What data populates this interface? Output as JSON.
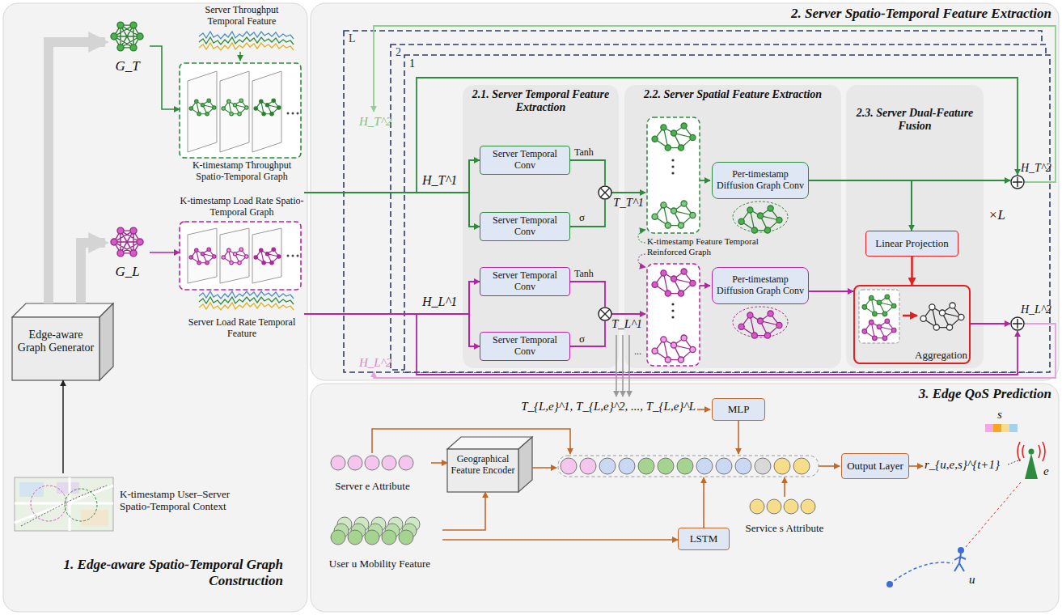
{
  "diagram": {
    "nodes": [
      {
        "text": [
          "1. Edge-aware Spatio-Temporal Graph Construction"
        ]
      },
      {
        "text": [
          "2. Server Spatio-Temporal Feature Extraction"
        ]
      },
      {
        "text": [
          "3. Edge QoS Prediction"
        ]
      },
      {
        "text": [
          "Edge-aware Graph Generator"
        ],
        "in": 0
      },
      {
        "text": [
          "Server Throughput Temporal Feature",
          "K-timestamp Throughput Spatio-Temporal Graph"
        ],
        "in": 0
      },
      {
        "text": [
          "K-timestamp Load Rate Spatio-Temporal Graph",
          "Server Load Rate Temporal Feature"
        ],
        "in": 0
      },
      {
        "text": [
          "K-timestamp User–Server Spatio-Temporal Context"
        ],
        "in": 0
      },
      {
        "text": [
          "G_T"
        ],
        "in": 0
      },
      {
        "text": [
          "G_L"
        ],
        "in": 0
      },
      {
        "text": [
          "1"
        ],
        "in": 1
      },
      {
        "text": [
          "2.1. Server Temporal Feature Extraction"
        ],
        "in": 9
      },
      {
        "text": [
          "Server Temporal Conv"
        ],
        "in": 10
      },
      {
        "text": [
          "Server Temporal Conv"
        ],
        "in": 10
      },
      {
        "text": [
          "Server Temporal Conv"
        ],
        "in": 10
      },
      {
        "text": [
          "Server Temporal Conv"
        ],
        "in": 10
      },
      {
        "text": [
          "2.2. Server Spatial Feature Extraction"
        ],
        "in": 9
      },
      {
        "text": [
          "Per-timestamp Diffusion Graph Conv"
        ],
        "in": 15
      },
      {
        "text": [
          "Per-timestamp Diffusion Graph Conv"
        ],
        "in": 15
      },
      {
        "text": [
          "2.3. Server Dual-Feature Fusion"
        ],
        "in": 9
      },
      {
        "text": [
          "Linear Projection"
        ],
        "in": 18
      },
      {
        "text": [
          "Aggregation"
        ],
        "in": 18
      },
      {
        "text": [
          "Server e Attribute"
        ],
        "in": 2
      },
      {
        "text": [
          "Geographical Feature Encoder"
        ],
        "in": 2
      },
      {
        "text": [
          "User u Mobility Feature"
        ],
        "in": 2
      },
      {
        "text": [
          "MLP"
        ],
        "in": 2
      },
      {
        "text": [
          "LSTM"
        ],
        "in": 2
      },
      {
        "text": [
          "Service s Attribute"
        ],
        "in": 2
      },
      {
        "text": [
          "Output Layer"
        ],
        "in": 2
      }
    ],
    "edges": [
      {
        "from": 6,
        "to": 3,
        "arrow": "to"
      },
      {
        "from": 3,
        "to": 7,
        "arrow": "to"
      },
      {
        "from": 3,
        "to": 8,
        "arrow": "to"
      },
      {
        "from": 7,
        "to": 4,
        "arrow": "to"
      },
      {
        "from": 8,
        "to": 5,
        "arrow": "to"
      },
      {
        "from": 4,
        "to": 11,
        "arrow": "to"
      },
      {
        "from": 4,
        "to": 12,
        "arrow": "to"
      },
      {
        "from": 5,
        "to": 13,
        "arrow": "to"
      },
      {
        "from": 5,
        "to": 14,
        "arrow": "to"
      },
      {
        "from": 16,
        "to": 19,
        "arrow": "to"
      },
      {
        "from": 19,
        "to": 20,
        "arrow": "to"
      },
      {
        "from": 17,
        "to": 20,
        "arrow": "to"
      },
      {
        "from": 21,
        "to": 22,
        "arrow": "to"
      },
      {
        "from": 23,
        "to": 22,
        "arrow": "to"
      },
      {
        "from": 23,
        "to": 25,
        "arrow": "to"
      }
    ],
    "labels": [
      "L",
      "2",
      "H_T^2",
      "H_L^2",
      "H_T^1",
      "H_L^1",
      "Tanh",
      "σ",
      "Tanh",
      "σ",
      "T_T^1",
      "T_L^1",
      "K-timestamp Feature Temporal Reinforced Graph",
      "×L",
      "H_T^2",
      "H_L^2",
      "T_{L,e}^1, T_{L,e}^2, ..., T_{L,e}^L",
      "...",
      "r_{u,e,s}^{t+1}",
      "s",
      "e",
      "u"
    ]
  }
}
